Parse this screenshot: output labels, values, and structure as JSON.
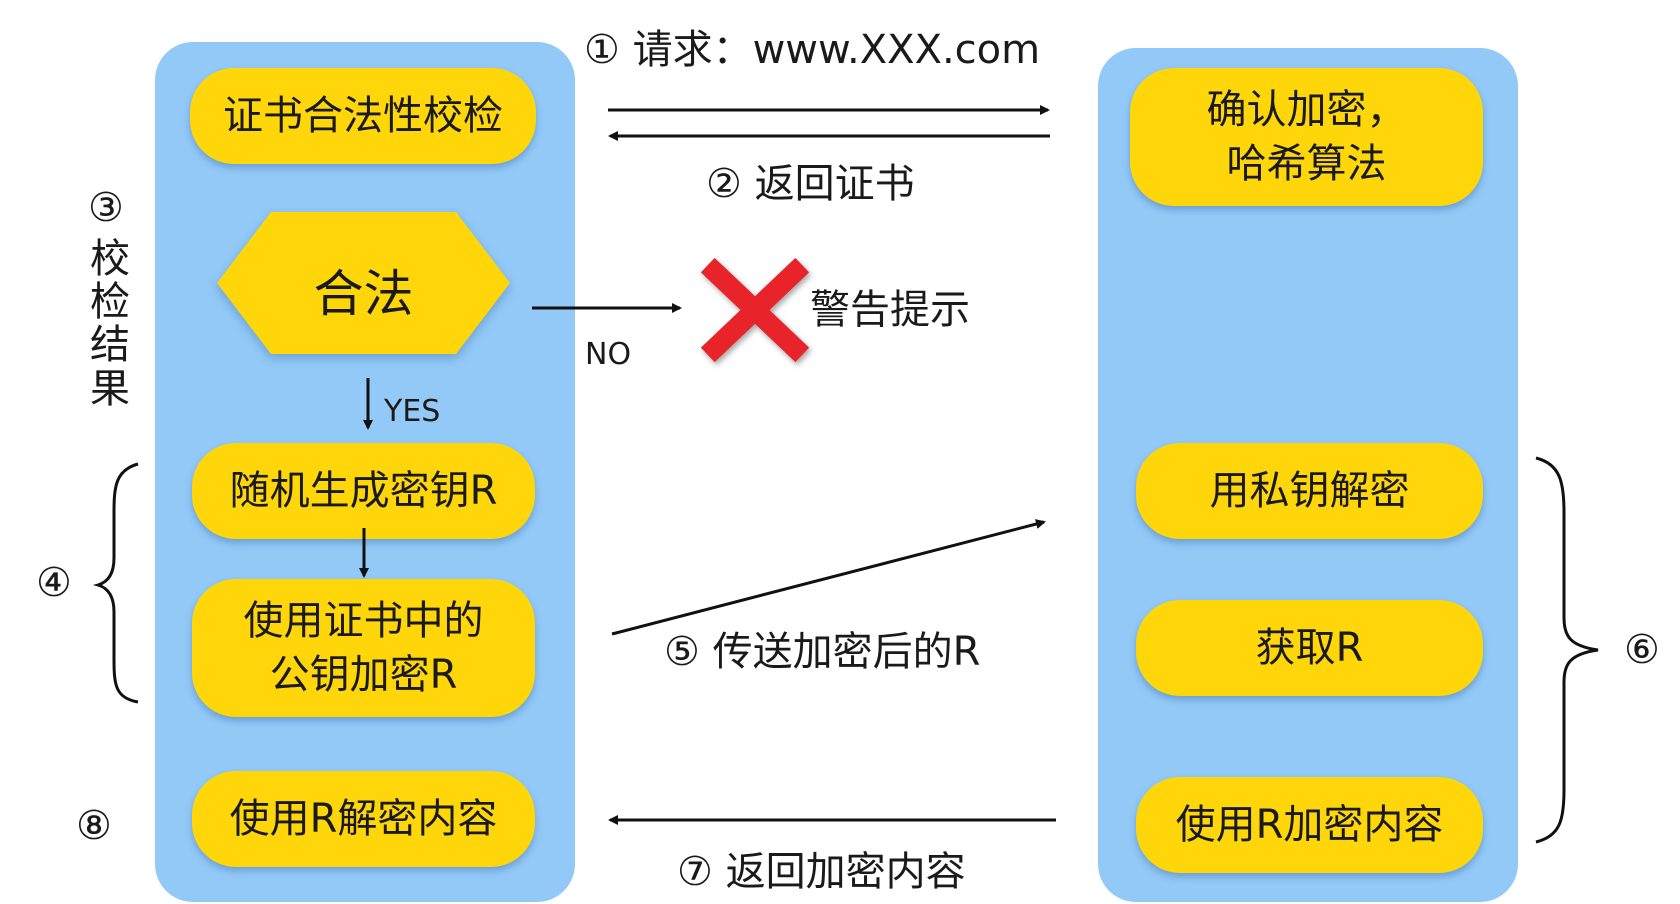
{
  "diagram": {
    "client_steps": {
      "verify_cert": "证书合法性校检",
      "legal": "合法",
      "gen_key": "随机生成密钥R",
      "encrypt_key": "使用证书中的\n公钥加密R",
      "decrypt_content": "使用R解密内容"
    },
    "server_steps": {
      "confirm": "确认加密，\n哈希算法",
      "decrypt_private": "用私钥解密",
      "get_r": "获取R",
      "encrypt_content": "使用R加密内容"
    },
    "flows": {
      "step1": "① 请求：www.XXX.com",
      "step2": "② 返回证书",
      "step5": "⑤ 传送加密后的R",
      "step7": "⑦ 返回加密内容"
    },
    "side_labels": {
      "step3_num": "③",
      "step3_text": "校检结果",
      "step4": "④",
      "step6": "⑥",
      "step8": "⑧"
    },
    "branches": {
      "no": "NO",
      "yes": "YES",
      "warning": "警告提示"
    },
    "colors": {
      "panel": "#92c9f7",
      "box": "#ffd60a",
      "cross": "#e8242a"
    },
    "icons": {
      "error": "red-x-icon"
    }
  }
}
